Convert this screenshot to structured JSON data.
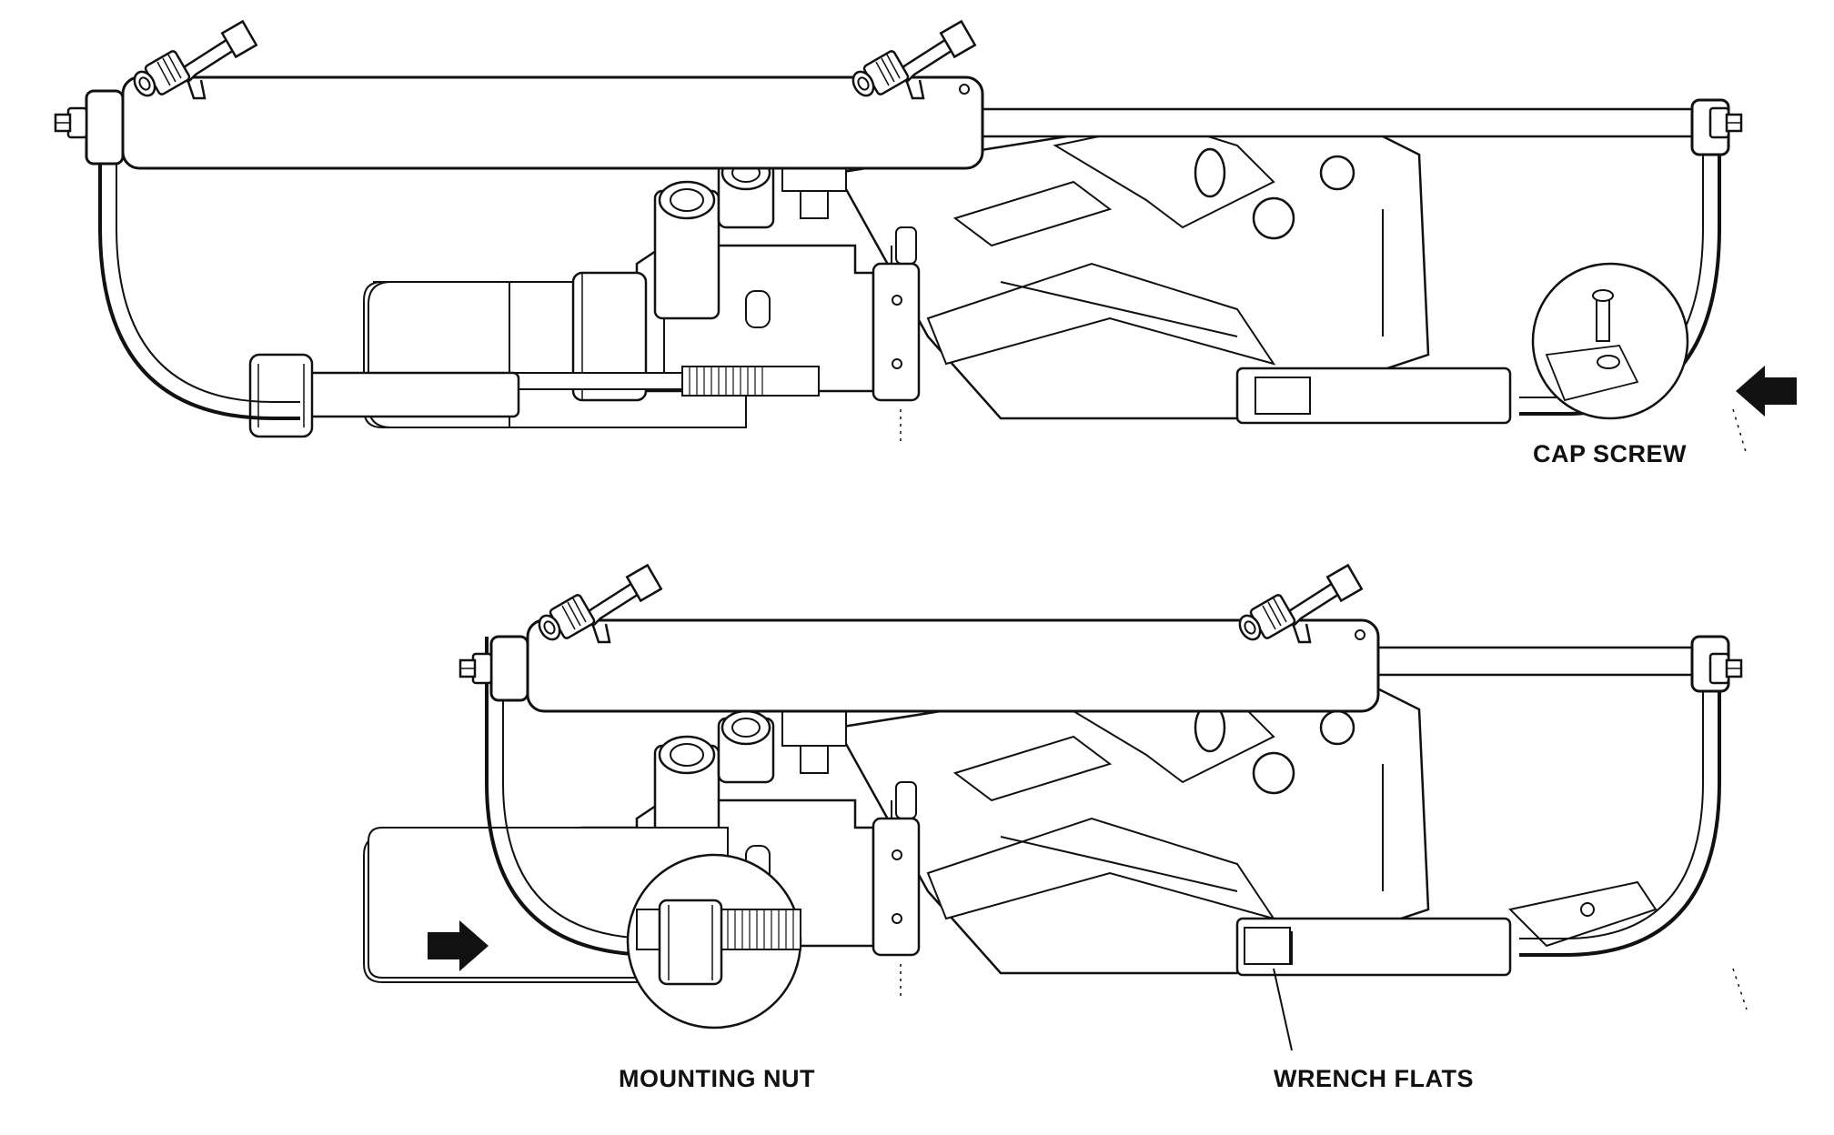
{
  "labels": {
    "cap_screw": "CAP SCREW",
    "mounting_nut": "MOUNTING NUT",
    "wrench_flats": "WRENCH FLATS"
  },
  "colors": {
    "line": "#111111",
    "fill": "#ffffff",
    "arrow": "#111111"
  },
  "icons": {
    "direction_arrow": "arrow-right-icon"
  }
}
